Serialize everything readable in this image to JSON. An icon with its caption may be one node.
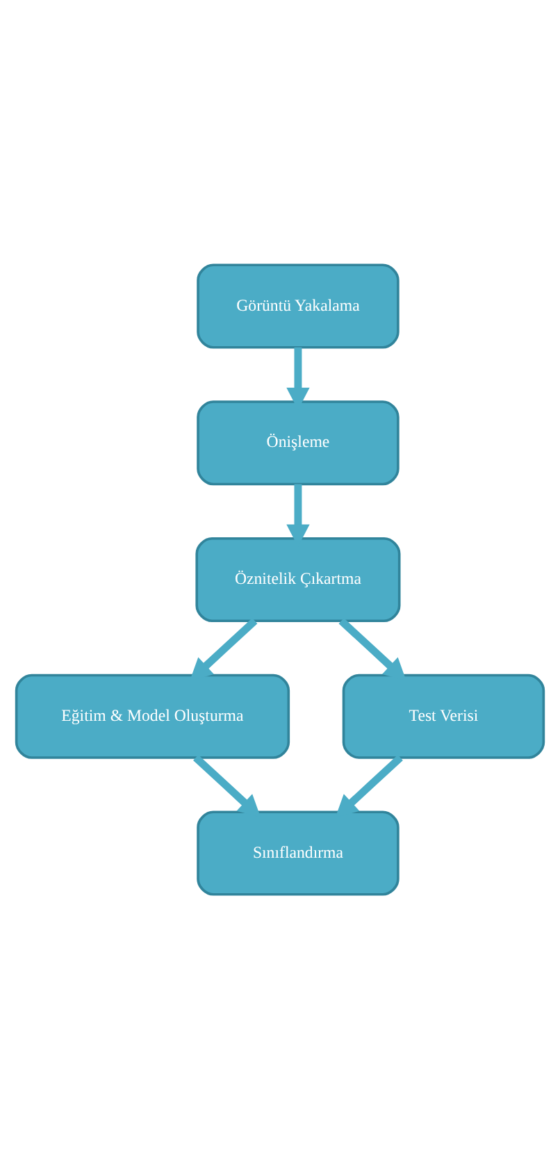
{
  "diagram": {
    "nodes": [
      {
        "text": [
          "Görüntü Yakalama"
        ]
      },
      {
        "text": [
          "Önişleme"
        ]
      },
      {
        "text": [
          "Öznitelik Çıkartma"
        ]
      },
      {
        "text": [
          "Eğitim & Model Oluşturma"
        ]
      },
      {
        "text": [
          "Test Verisi"
        ]
      },
      {
        "text": [
          "Sınıflandırma"
        ]
      }
    ],
    "edges": [
      {
        "from": 0,
        "to": 1,
        "arrow": "to"
      },
      {
        "from": 1,
        "to": 2,
        "arrow": "to"
      },
      {
        "from": 2,
        "to": 3,
        "arrow": "to"
      },
      {
        "from": 2,
        "to": 4,
        "arrow": "to"
      },
      {
        "from": 3,
        "to": 5,
        "arrow": "to"
      },
      {
        "from": 4,
        "to": 5,
        "arrow": "to"
      }
    ]
  }
}
